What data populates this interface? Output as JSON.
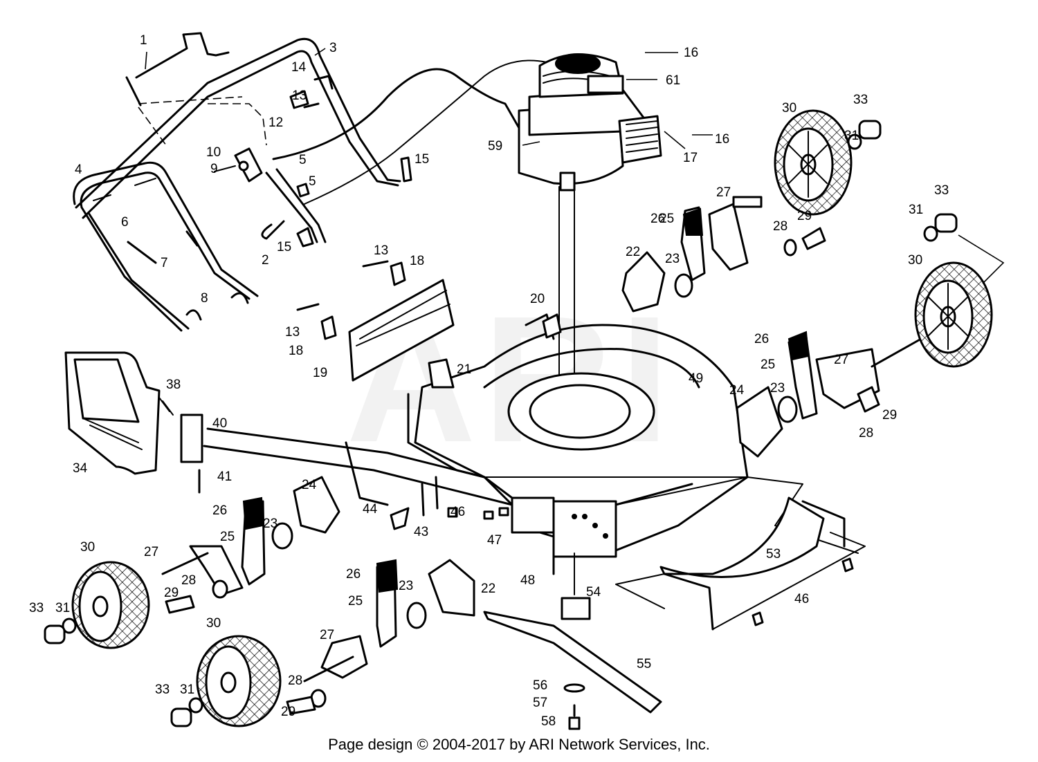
{
  "watermark": "ARI",
  "footer": "Page design © 2004-2017 by ARI Network Services, Inc.",
  "callouts": [
    {
      "id": "c1",
      "label": "1"
    },
    {
      "id": "c2",
      "label": "2"
    },
    {
      "id": "c3",
      "label": "3"
    },
    {
      "id": "c4",
      "label": "4"
    },
    {
      "id": "c5a",
      "label": "5"
    },
    {
      "id": "c5b",
      "label": "5"
    },
    {
      "id": "c6",
      "label": "6"
    },
    {
      "id": "c7",
      "label": "7"
    },
    {
      "id": "c8",
      "label": "8"
    },
    {
      "id": "c9",
      "label": "9"
    },
    {
      "id": "c10",
      "label": "10"
    },
    {
      "id": "c12",
      "label": "12"
    },
    {
      "id": "c13a",
      "label": "13"
    },
    {
      "id": "c13b",
      "label": "13"
    },
    {
      "id": "c13c",
      "label": "13"
    },
    {
      "id": "c14",
      "label": "14"
    },
    {
      "id": "c15a",
      "label": "15"
    },
    {
      "id": "c15b",
      "label": "15"
    },
    {
      "id": "c16a",
      "label": "16"
    },
    {
      "id": "c16b",
      "label": "16"
    },
    {
      "id": "c17",
      "label": "17"
    },
    {
      "id": "c18a",
      "label": "18"
    },
    {
      "id": "c18b",
      "label": "18"
    },
    {
      "id": "c19",
      "label": "19"
    },
    {
      "id": "c20",
      "label": "20"
    },
    {
      "id": "c21",
      "label": "21"
    },
    {
      "id": "c22a",
      "label": "22"
    },
    {
      "id": "c22b",
      "label": "22"
    },
    {
      "id": "c23a",
      "label": "23"
    },
    {
      "id": "c23b",
      "label": "23"
    },
    {
      "id": "c23c",
      "label": "23"
    },
    {
      "id": "c23d",
      "label": "23"
    },
    {
      "id": "c24a",
      "label": "24"
    },
    {
      "id": "c24b",
      "label": "24"
    },
    {
      "id": "c25a",
      "label": "25"
    },
    {
      "id": "c25b",
      "label": "25"
    },
    {
      "id": "c25c",
      "label": "25"
    },
    {
      "id": "c25d",
      "label": "25"
    },
    {
      "id": "c26a",
      "label": "26"
    },
    {
      "id": "c26b",
      "label": "26"
    },
    {
      "id": "c26c",
      "label": "26"
    },
    {
      "id": "c26d",
      "label": "26"
    },
    {
      "id": "c27a",
      "label": "27"
    },
    {
      "id": "c27b",
      "label": "27"
    },
    {
      "id": "c27c",
      "label": "27"
    },
    {
      "id": "c27d",
      "label": "27"
    },
    {
      "id": "c28a",
      "label": "28"
    },
    {
      "id": "c28b",
      "label": "28"
    },
    {
      "id": "c28c",
      "label": "28"
    },
    {
      "id": "c28d",
      "label": "28"
    },
    {
      "id": "c29a",
      "label": "29"
    },
    {
      "id": "c29b",
      "label": "29"
    },
    {
      "id": "c29c",
      "label": "29"
    },
    {
      "id": "c29d",
      "label": "29"
    },
    {
      "id": "c30a",
      "label": "30"
    },
    {
      "id": "c30b",
      "label": "30"
    },
    {
      "id": "c30c",
      "label": "30"
    },
    {
      "id": "c30d",
      "label": "30"
    },
    {
      "id": "c31a",
      "label": "31"
    },
    {
      "id": "c31b",
      "label": "31"
    },
    {
      "id": "c31c",
      "label": "31"
    },
    {
      "id": "c31d",
      "label": "31"
    },
    {
      "id": "c33a",
      "label": "33"
    },
    {
      "id": "c33b",
      "label": "33"
    },
    {
      "id": "c33c",
      "label": "33"
    },
    {
      "id": "c33d",
      "label": "33"
    },
    {
      "id": "c34",
      "label": "34"
    },
    {
      "id": "c38",
      "label": "38"
    },
    {
      "id": "c40",
      "label": "40"
    },
    {
      "id": "c41",
      "label": "41"
    },
    {
      "id": "c43",
      "label": "43"
    },
    {
      "id": "c44",
      "label": "44"
    },
    {
      "id": "c46a",
      "label": "46"
    },
    {
      "id": "c46b",
      "label": "46"
    },
    {
      "id": "c47",
      "label": "47"
    },
    {
      "id": "c48",
      "label": "48"
    },
    {
      "id": "c49",
      "label": "49"
    },
    {
      "id": "c53",
      "label": "53"
    },
    {
      "id": "c54",
      "label": "54"
    },
    {
      "id": "c55",
      "label": "55"
    },
    {
      "id": "c56",
      "label": "56"
    },
    {
      "id": "c57",
      "label": "57"
    },
    {
      "id": "c58",
      "label": "58"
    },
    {
      "id": "c59",
      "label": "59"
    },
    {
      "id": "c61",
      "label": "61"
    }
  ]
}
